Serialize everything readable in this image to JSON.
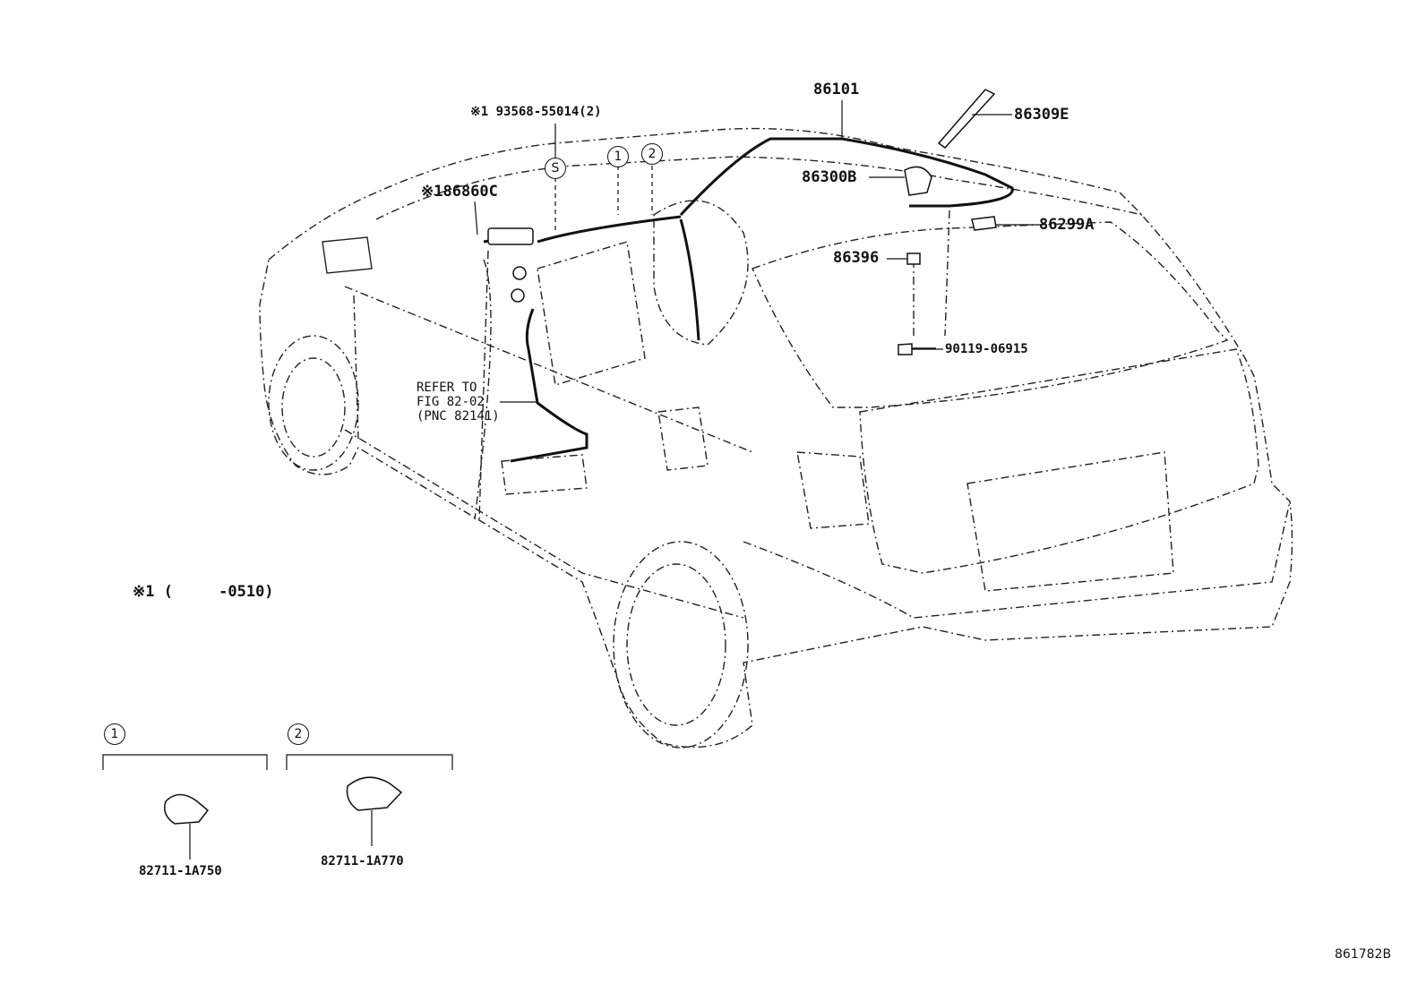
{
  "callouts": {
    "antenna_assy": "86101",
    "antenna_rod": "86309E",
    "antenna_base": "86300B",
    "antenna_pad": "86299A",
    "antenna_nut": "86396",
    "antenna_bolt": "90119-06915",
    "amplifier": "※186860C",
    "screw": "※1 93568-55014(2)",
    "clamp_1": "82711-1A750",
    "clamp_2": "82711-1A770"
  },
  "reference_note": {
    "line1": "REFER TO",
    "line2": "FIG 82-02",
    "line3": "(PNC 82141)"
  },
  "footnote": "※1 (     -0510)",
  "markers": {
    "screw_marker": "S",
    "circle_1": "1",
    "circle_2": "2"
  },
  "detail_boxes": {
    "box_1_label": "1",
    "box_2_label": "2"
  },
  "illustration_id": "861782B",
  "colors": {
    "line": "#111111",
    "background": "#ffffff"
  }
}
